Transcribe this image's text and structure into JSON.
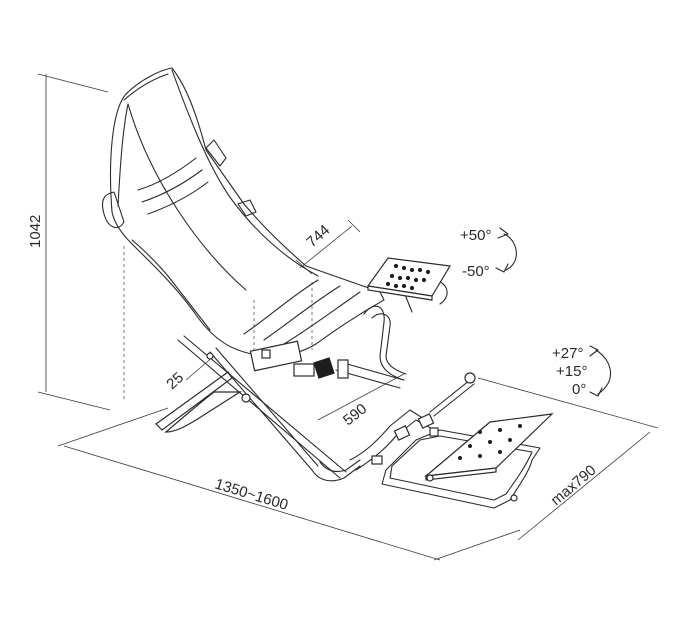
{
  "dimensions": {
    "height": "1042",
    "wheel_mount_width": "744",
    "tube_diameter": "25",
    "depth_to_wheel": "590",
    "length_range": "1350~1600",
    "pedal_extension": "max790"
  },
  "angles": {
    "wheel_plus": "+50°",
    "wheel_minus": "-50°",
    "pedal_high": "+27°",
    "pedal_mid": "+15°",
    "pedal_zero": "0°"
  }
}
